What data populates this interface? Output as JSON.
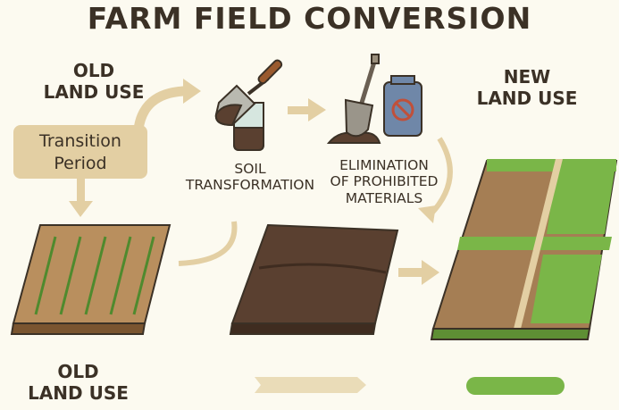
{
  "title": "FARM FIELD CONVERSION",
  "labels": {
    "old_land_use_top": [
      "OLD",
      "LAND USE"
    ],
    "transition_period": [
      "Transition",
      "Period"
    ],
    "soil_transformation": [
      "SOIL",
      "TRANSFORMATION"
    ],
    "elimination": [
      "ELIMINATION",
      "OF PROHIBITED",
      "MATERIALS"
    ],
    "new_land_use": [
      "NEW",
      "LAND USE"
    ],
    "old_land_use_bottom": [
      "OLD",
      "LAND USE"
    ]
  },
  "colors": {
    "background": "#fcfaf0",
    "text": "#3b3126",
    "arrow": "#e3cfa3",
    "soil": "#5a4030",
    "crop": "#4f8a2e",
    "grass": "#7ab648"
  }
}
